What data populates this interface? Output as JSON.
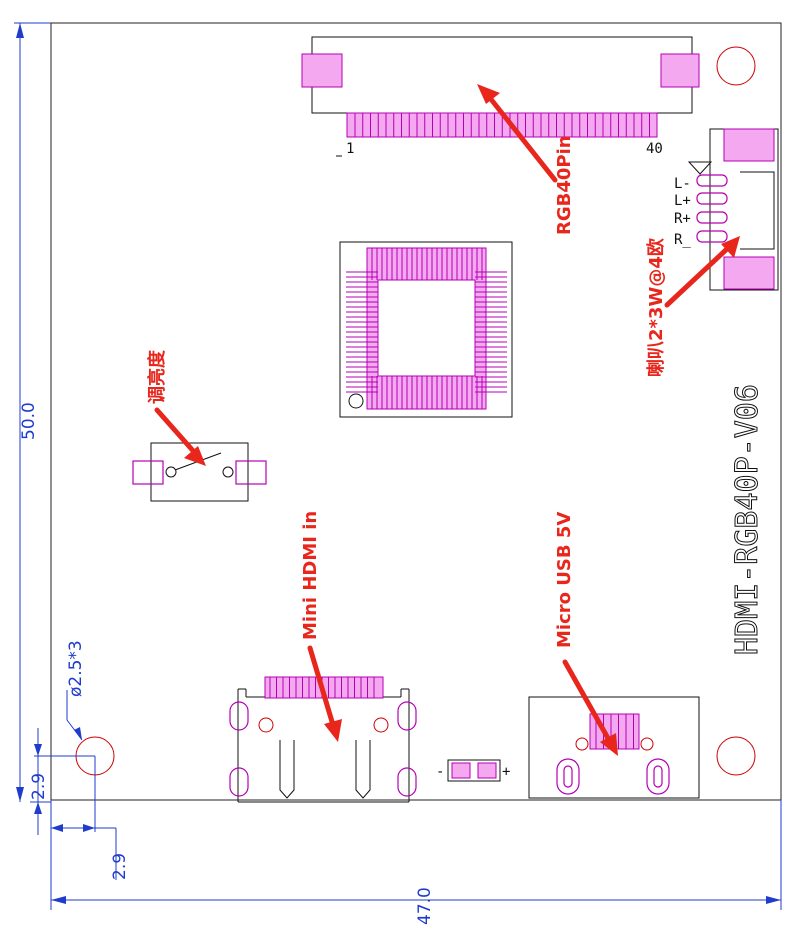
{
  "board": {
    "model": "HDMI-RGB40P-V06"
  },
  "connectors": {
    "rgb_pin_first": "1",
    "rgb_pin_last": "40",
    "speaker_pins": [
      "L-",
      "L+",
      "R+",
      "R_"
    ],
    "cap_minus": "-",
    "cap_plus": "+"
  },
  "labels": {
    "rgb": "RGB40Pin",
    "speaker": "喇叭2*3W@4欧",
    "brightness": "调亮度",
    "hdmi": "Mini HDMI in",
    "usb": "Micro USB 5V"
  },
  "dimensions": {
    "height": "50.0",
    "width": "47.0",
    "hole": "ø2.5*3",
    "offset_x": "2.9",
    "offset_y": "2.9"
  },
  "colors": {
    "component": "#b400b4",
    "dimension": "#1f3ccc",
    "annotation": "#e8261c"
  }
}
